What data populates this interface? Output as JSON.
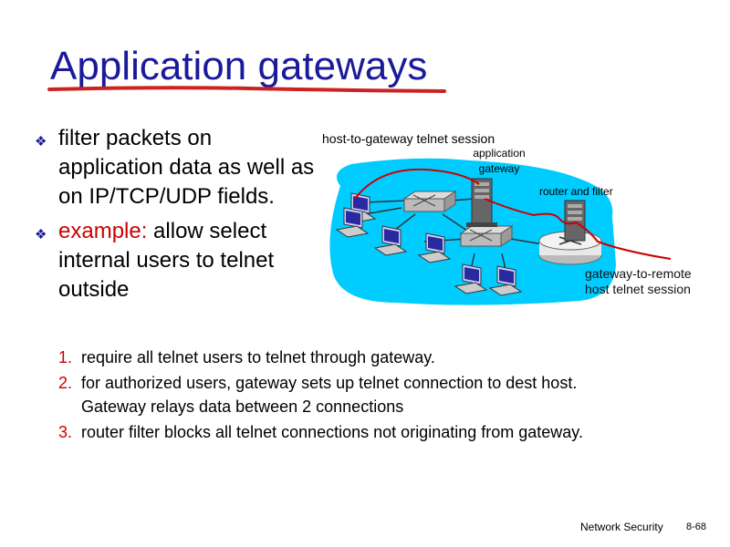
{
  "slide": {
    "title": "Application gateways",
    "bullets": [
      {
        "text": "filter packets on application data as well as on IP/TCP/UDP fields."
      },
      {
        "emphasis": "example:",
        "text": " allow select internal users to telnet outside"
      }
    ],
    "steps": [
      {
        "num": "1.",
        "text": "require all telnet users to telnet through gateway."
      },
      {
        "num": "2.",
        "text": "for authorized users, gateway sets up telnet connection to dest host. Gateway relays data between 2 connections"
      },
      {
        "num": "3.",
        "text": "router filter blocks all telnet connections not originating from gateway."
      }
    ]
  },
  "diagram": {
    "labels": {
      "host_to_gateway": "host-to-gateway telnet session",
      "application_gateway": "application gateway",
      "router_and_filter": "router and filter",
      "gateway_to_remote": "gateway-to-remote host telnet session"
    },
    "icons": [
      "workstation-icon",
      "switch-icon",
      "server-icon",
      "router-icon"
    ],
    "colors": {
      "network_blob": "#00ccff",
      "session_line": "#cc0000"
    }
  },
  "footer": {
    "section": "Network Security",
    "page": "8-68"
  },
  "colors": {
    "title": "#1a1a9a",
    "accent": "#cc0000"
  }
}
